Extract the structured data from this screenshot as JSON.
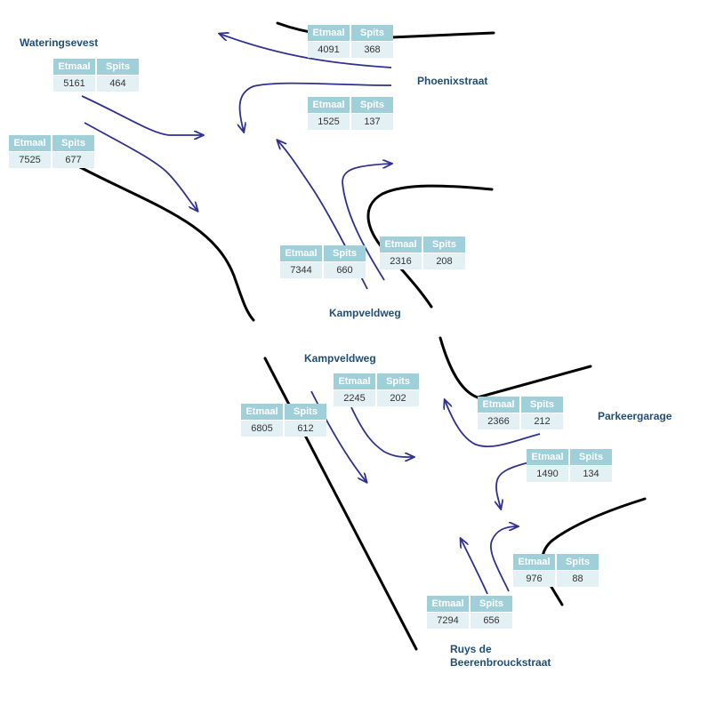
{
  "labels": {
    "wateringsevest": "Wateringsevest",
    "phoenixstraat": "Phoenixstraat",
    "kampveldweg_top": "Kampveldweg",
    "kampveldweg_bottom": "Kampveldweg",
    "parkeergarage": "Parkeergarage",
    "ruys_line1": "Ruys de",
    "ruys_line2": "Beerenbrouckstraat"
  },
  "column_headers": {
    "etmaal": "Etmaal",
    "spits": "Spits"
  },
  "tables": [
    {
      "id": "t1",
      "etmaal": "4091",
      "spits": "368"
    },
    {
      "id": "t2",
      "etmaal": "5161",
      "spits": "464"
    },
    {
      "id": "t3",
      "etmaal": "1525",
      "spits": "137"
    },
    {
      "id": "t4",
      "etmaal": "7525",
      "spits": "677"
    },
    {
      "id": "t5",
      "etmaal": "7344",
      "spits": "660"
    },
    {
      "id": "t6",
      "etmaal": "2316",
      "spits": "208"
    },
    {
      "id": "t7",
      "etmaal": "2245",
      "spits": "202"
    },
    {
      "id": "t8",
      "etmaal": "6805",
      "spits": "612"
    },
    {
      "id": "t9",
      "etmaal": "2366",
      "spits": "212"
    },
    {
      "id": "t10",
      "etmaal": "1490",
      "spits": "134"
    },
    {
      "id": "t11",
      "etmaal": "976",
      "spits": "88"
    },
    {
      "id": "t12",
      "etmaal": "7294",
      "spits": "656"
    }
  ],
  "colors": {
    "flow_arrow": "#2e3192",
    "road_edge": "#000000",
    "label_text": "#1f4e79",
    "table_header": "#9fcfd8",
    "table_body": "#e3f0f4"
  }
}
